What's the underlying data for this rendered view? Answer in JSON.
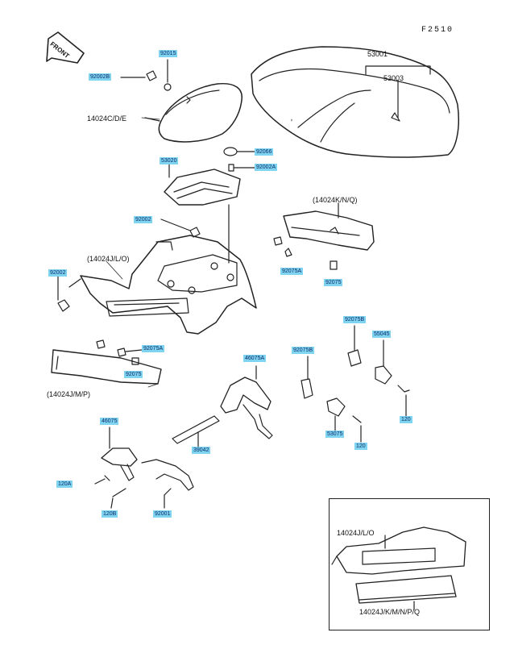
{
  "figure": {
    "id": "F2510"
  },
  "front_arrow": {
    "label": "FRONT"
  },
  "part_labels": {
    "p53001": "53001",
    "p53003": "53003",
    "p14024cde": "14024C/D/E",
    "p14024knq": "(14024K/N/Q)",
    "p14024jlo": "(14024J/L/O)",
    "p14024jmp": "(14024J/M/P)",
    "inset_14024lo": "14024J/L/O",
    "inset_14024all": "14024J/K/M/N/P/Q"
  },
  "callouts": {
    "c92015": "92015",
    "c92002b": "92002B",
    "c92066": "92066",
    "c92002a": "92002A",
    "c53020": "53020",
    "c92002_mid": "92002",
    "c92002_left": "92002",
    "c92075a_right": "92075A",
    "c92075_right": "92075",
    "c92075a_left": "92075A",
    "c92075_left": "92075",
    "c46075a": "46075A",
    "c92075b_mid": "92075B",
    "c92075b_right": "92075B",
    "c55045": "55045",
    "c120_right": "120",
    "c53075": "53075",
    "c120_mid": "120",
    "c46075": "46075",
    "c39042": "39042",
    "c120a": "120A",
    "c120b": "120B",
    "c92001": "92001"
  }
}
